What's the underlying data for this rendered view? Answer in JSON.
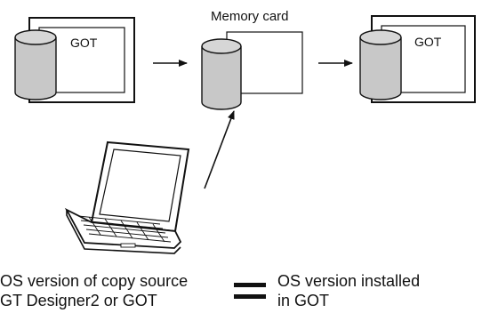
{
  "labels": {
    "got_left": "GOT",
    "memory_card": "Memory card",
    "got_right": "GOT"
  },
  "captions": {
    "left_line1": "OS version of copy source",
    "left_line2": "GT Designer2 or GOT",
    "right_line1": "OS version installed",
    "right_line2": "in GOT"
  },
  "colors": {
    "cylinder_fill": "#c8c8c8",
    "stroke": "#111111",
    "background": "#ffffff"
  }
}
